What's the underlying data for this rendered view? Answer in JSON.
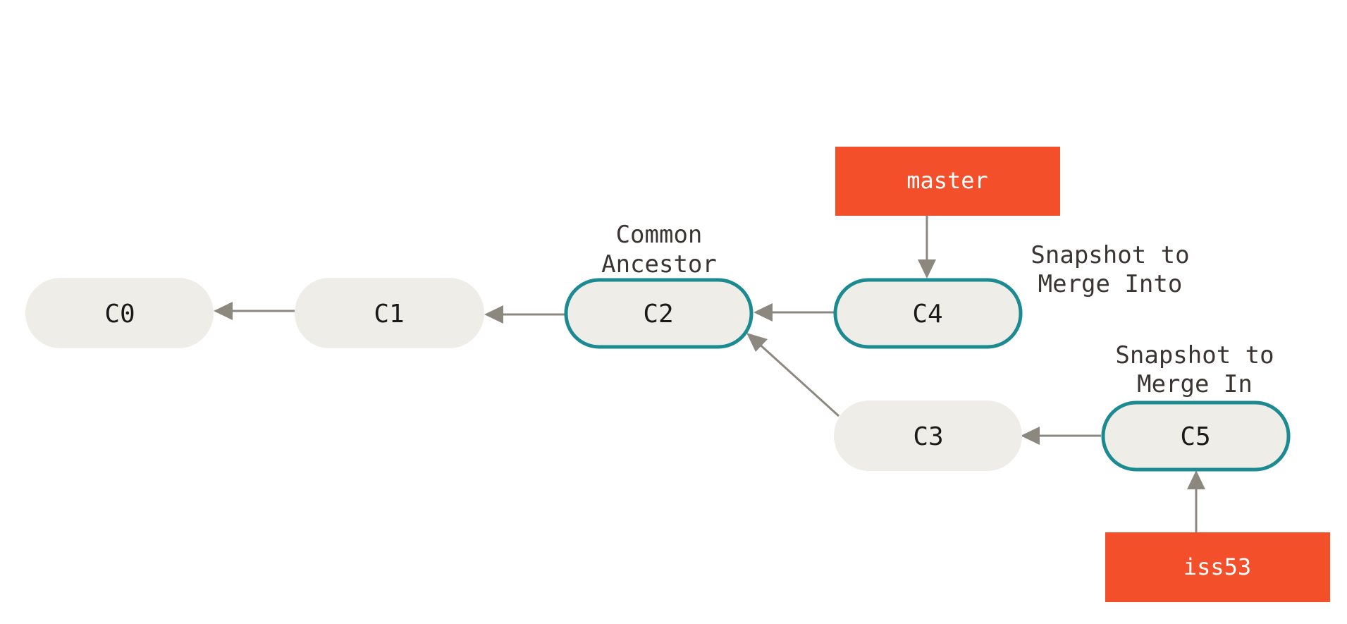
{
  "colors": {
    "commit_fill": "#efede8",
    "highlight_stroke": "#1b8a91",
    "branch_fill": "#f34f2b",
    "arrow": "#8c8880",
    "text": "#1a1a1a",
    "note_text": "#3a3533"
  },
  "commits": {
    "c0": "C0",
    "c1": "C1",
    "c2": "C2",
    "c3": "C3",
    "c4": "C4",
    "c5": "C5"
  },
  "branches": {
    "master": "master",
    "iss53": "iss53"
  },
  "notes": {
    "common_ancestor": [
      "Common",
      "Ancestor"
    ],
    "merge_into": [
      "Snapshot to",
      "Merge Into"
    ],
    "merge_in": [
      "Snapshot to",
      "Merge In"
    ]
  }
}
